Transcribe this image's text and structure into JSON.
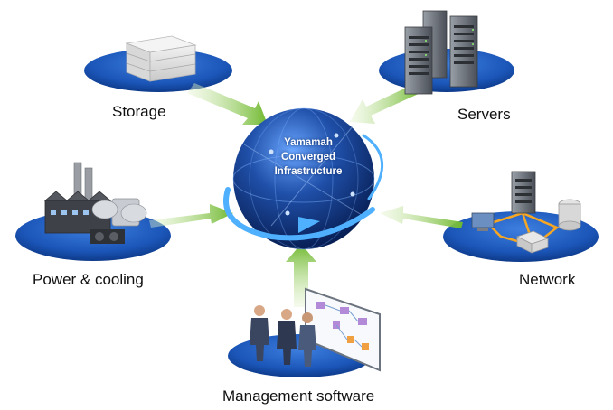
{
  "center": {
    "lines": [
      "Yamamah",
      "Converged",
      "Infrastructure"
    ]
  },
  "components": {
    "storage": "Storage",
    "servers": "Servers",
    "power": "Power & cooling",
    "network": "Network",
    "management": "Management software"
  },
  "colors": {
    "globe": "#1f4fa8",
    "platform": "#1b56b8",
    "arrow": "#7fc241",
    "text": "#111111"
  },
  "icons": [
    "storage-array-icon",
    "server-rack-icon",
    "factory-icon",
    "network-topology-icon",
    "presentation-people-icon"
  ]
}
